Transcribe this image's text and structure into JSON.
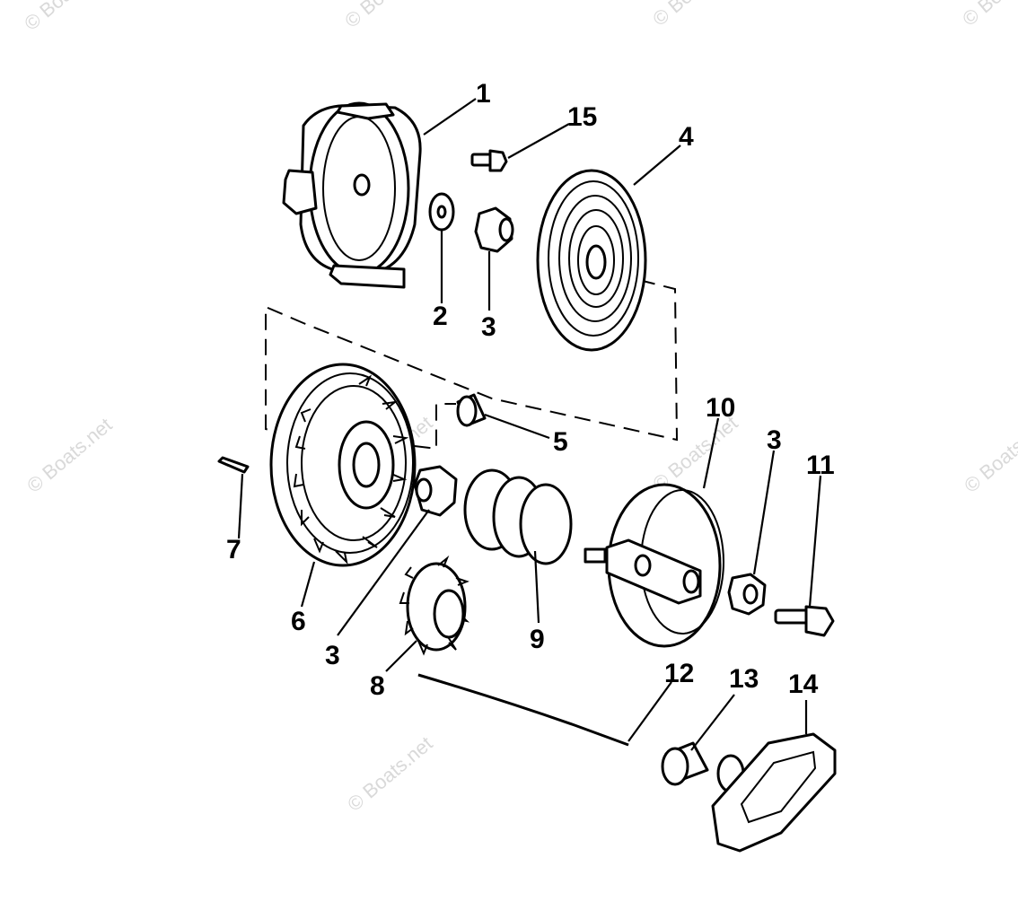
{
  "watermarks": [
    {
      "text": "© Boats.net"
    },
    {
      "text": "© Boats.net"
    },
    {
      "text": "© Boats.net"
    },
    {
      "text": "© Boats.net"
    },
    {
      "text": "© Boats.net"
    },
    {
      "text": "© Boats.net"
    },
    {
      "text": "© Boats.net"
    },
    {
      "text": "© Boats.net"
    },
    {
      "text": "© Boats.net"
    }
  ],
  "callouts": [
    {
      "label": "1"
    },
    {
      "label": "15"
    },
    {
      "label": "4"
    },
    {
      "label": "2"
    },
    {
      "label": "3"
    },
    {
      "label": "5"
    },
    {
      "label": "10"
    },
    {
      "label": "3"
    },
    {
      "label": "11"
    },
    {
      "label": "7"
    },
    {
      "label": "6"
    },
    {
      "label": "3"
    },
    {
      "label": "8"
    },
    {
      "label": "9"
    },
    {
      "label": "12"
    },
    {
      "label": "13"
    },
    {
      "label": "14"
    }
  ]
}
